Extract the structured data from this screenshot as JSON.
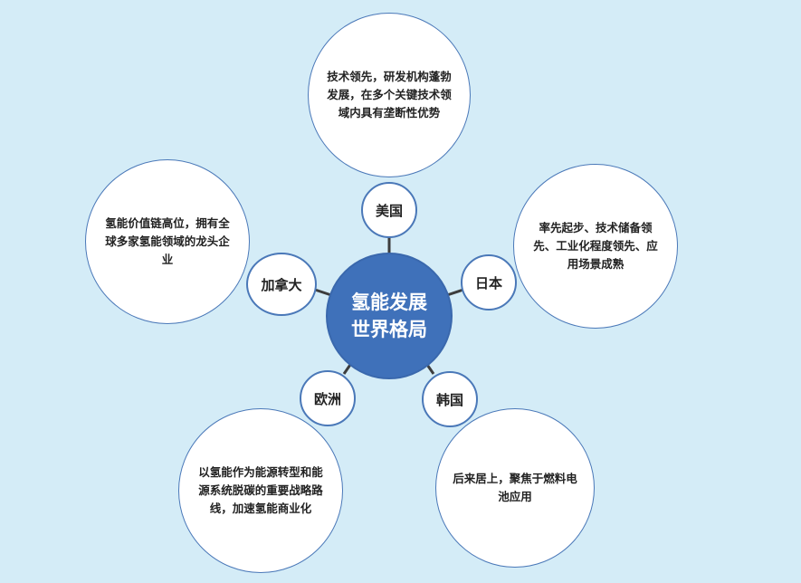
{
  "center": {
    "line1": "氢能发展",
    "line2": "世界格局"
  },
  "nodes": {
    "usa": {
      "label": "美国",
      "desc": "技术领先，研发机构蓬勃发展，在多个关键技术领域内具有垄断性优势"
    },
    "japan": {
      "label": "日本",
      "desc": "率先起步、技术储备领先、工业化程度领先、应用场景成熟"
    },
    "korea": {
      "label": "韩国",
      "desc": "后来居上，聚焦于燃料电池应用"
    },
    "europe": {
      "label": "欧洲",
      "desc": "以氢能作为能源转型和能源系统脱碳的重要战略路线，加速氢能商业化"
    },
    "canada": {
      "label": "加拿大",
      "desc": "氢能价值链高位，拥有全球多家氢能领域的龙头企业"
    }
  },
  "colors": {
    "background": "#d4ecf7",
    "center_fill": "#3f71ba",
    "node_border": "#4a78b8",
    "connector": "#3d3d3d"
  }
}
